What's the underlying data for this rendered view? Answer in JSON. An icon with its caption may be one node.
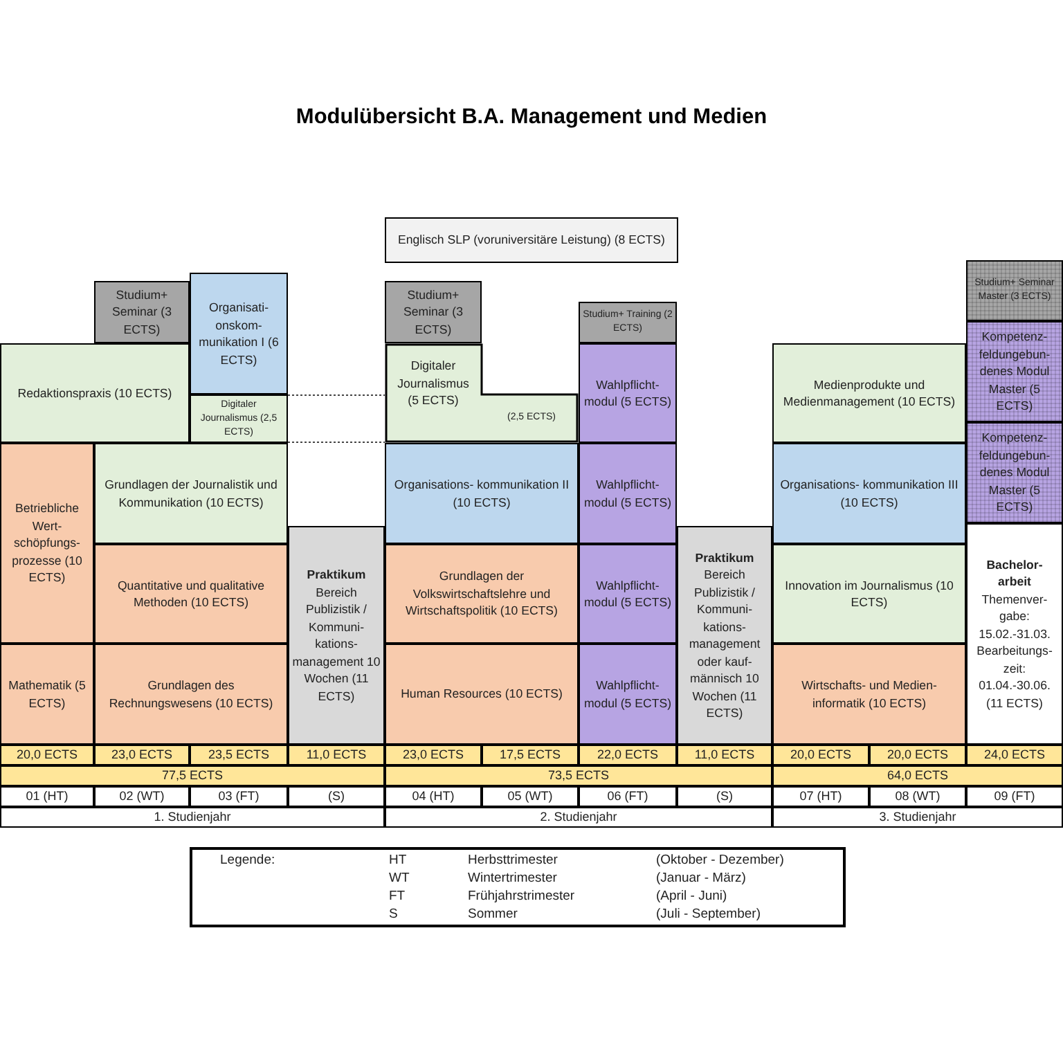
{
  "diagram": {
    "title": "Modulübersicht B.A. Management und Medien",
    "nodes": [
      {
        "text": [
          "Englisch SLP (voruniversitäre Leistung) (8 ECTS)"
        ]
      },
      {
        "text": [
          "Studium+ Seminar (3 ECTS)"
        ]
      },
      {
        "text": [
          "Organisati- onskom- munikation I (6 ECTS)"
        ]
      },
      {
        "text": [
          "Redaktionspraxis (10 ECTS)"
        ]
      },
      {
        "text": [
          "Digitaler Journalismus (2,5 ECTS)"
        ]
      },
      {
        "text": [
          "Betriebliche Wert- schöpfungs- prozesse (10 ECTS)"
        ]
      },
      {
        "text": [
          "Grundlagen der Journalistik und Kommunikation (10 ECTS)"
        ]
      },
      {
        "text": [
          "Quantitative und qualitative Methoden (10 ECTS)"
        ]
      },
      {
        "text": [
          "Mathematik (5 ECTS)"
        ]
      },
      {
        "text": [
          "Grundlagen des Rechnungswesens (10 ECTS)"
        ]
      },
      {
        "text": [
          "Praktikum",
          "Bereich Publizistik / Kommuni- kations- management 10 Wochen (11 ECTS)"
        ]
      },
      {
        "text": [
          "Studium+ Seminar (3 ECTS)"
        ]
      },
      {
        "text": [
          "Digitaler Journalismus (5 ECTS)",
          "(2,5 ECTS)"
        ]
      },
      {
        "text": [
          "Studium+ Training (2 ECTS)"
        ]
      },
      {
        "text": [
          "Wahlpflicht- modul (5 ECTS)"
        ]
      },
      {
        "text": [
          "Organisations- kommunikation II (10 ECTS)"
        ]
      },
      {
        "text": [
          "Wahlpflicht- modul (5 ECTS)"
        ]
      },
      {
        "text": [
          "Grundlagen der Volkswirtschaftslehre und Wirtschaftspolitik (10 ECTS)"
        ]
      },
      {
        "text": [
          "Wahlpflicht- modul (5 ECTS)"
        ]
      },
      {
        "text": [
          "Human Resources (10 ECTS)"
        ]
      },
      {
        "text": [
          "Wahlpflicht- modul (5 ECTS)"
        ]
      },
      {
        "text": [
          "Praktikum",
          "Bereich Publizistik / Kommuni- kations- management oder kauf- männisch 10 Wochen (11 ECTS)"
        ]
      },
      {
        "text": [
          "Studium+ Seminar Master (3 ECTS)"
        ]
      },
      {
        "text": [
          "Kompetenz- feldungebun- denes Modul Master (5 ECTS)"
        ]
      },
      {
        "text": [
          "Kompetenz- feldungebun- denes Modul Master (5 ECTS)"
        ]
      },
      {
        "text": [
          "Medienprodukte und Medienmanagement (10 ECTS)"
        ]
      },
      {
        "text": [
          "Organisations- kommunikation III (10 ECTS)"
        ]
      },
      {
        "text": [
          "Innovation im Journalismus (10 ECTS)"
        ]
      },
      {
        "text": [
          "Wirtschafts- und Medien- informatik (10 ECTS)"
        ]
      },
      {
        "text": [
          "Bachelor- arbeit",
          "Themenver- gabe: 15.02.-31.03. Bearbeitungs- zeit: 01.04.-30.06. (11 ECTS)"
        ]
      },
      {
        "text": [
          "20,0 ECTS"
        ]
      },
      {
        "text": [
          "23,0 ECTS"
        ]
      },
      {
        "text": [
          "23,5 ECTS"
        ]
      },
      {
        "text": [
          "11,0 ECTS"
        ]
      },
      {
        "text": [
          "23,0 ECTS"
        ]
      },
      {
        "text": [
          "17,5 ECTS"
        ]
      },
      {
        "text": [
          "22,0 ECTS"
        ]
      },
      {
        "text": [
          "11,0 ECTS"
        ]
      },
      {
        "text": [
          "20,0 ECTS"
        ]
      },
      {
        "text": [
          "20,0 ECTS"
        ]
      },
      {
        "text": [
          "24,0 ECTS"
        ]
      },
      {
        "text": [
          "77,5 ECTS"
        ]
      },
      {
        "text": [
          "73,5 ECTS"
        ]
      },
      {
        "text": [
          "64,0 ECTS"
        ]
      },
      {
        "text": [
          "01 (HT)"
        ]
      },
      {
        "text": [
          "02 (WT)"
        ]
      },
      {
        "text": [
          "03 (FT)"
        ]
      },
      {
        "text": [
          "(S)"
        ]
      },
      {
        "text": [
          "04 (HT)"
        ]
      },
      {
        "text": [
          "05 (WT)"
        ]
      },
      {
        "text": [
          "06 (FT)"
        ]
      },
      {
        "text": [
          "(S)"
        ]
      },
      {
        "text": [
          "07 (HT)"
        ]
      },
      {
        "text": [
          "08 (WT)"
        ]
      },
      {
        "text": [
          "09 (FT)"
        ]
      },
      {
        "text": [
          "1. Studienjahr"
        ]
      },
      {
        "text": [
          "2. Studienjahr"
        ]
      },
      {
        "text": [
          "3. Studienjahr"
        ]
      },
      {
        "text": [
          "Legende:",
          "HT",
          "Herbsttrimester",
          "(Oktober - Dezember)",
          "WT",
          "Wintertrimester",
          "(Januar - März)",
          "FT",
          "Frühjahrstrimester",
          "(April - Juni)",
          "S",
          "Sommer",
          "(Juli - September)"
        ]
      }
    ],
    "edges": [
      {
        "from": 4,
        "to": 12,
        "arrow": "none",
        "style": "dashed"
      },
      {
        "from": 4,
        "to": 12,
        "arrow": "none",
        "style": "dashed"
      }
    ]
  }
}
